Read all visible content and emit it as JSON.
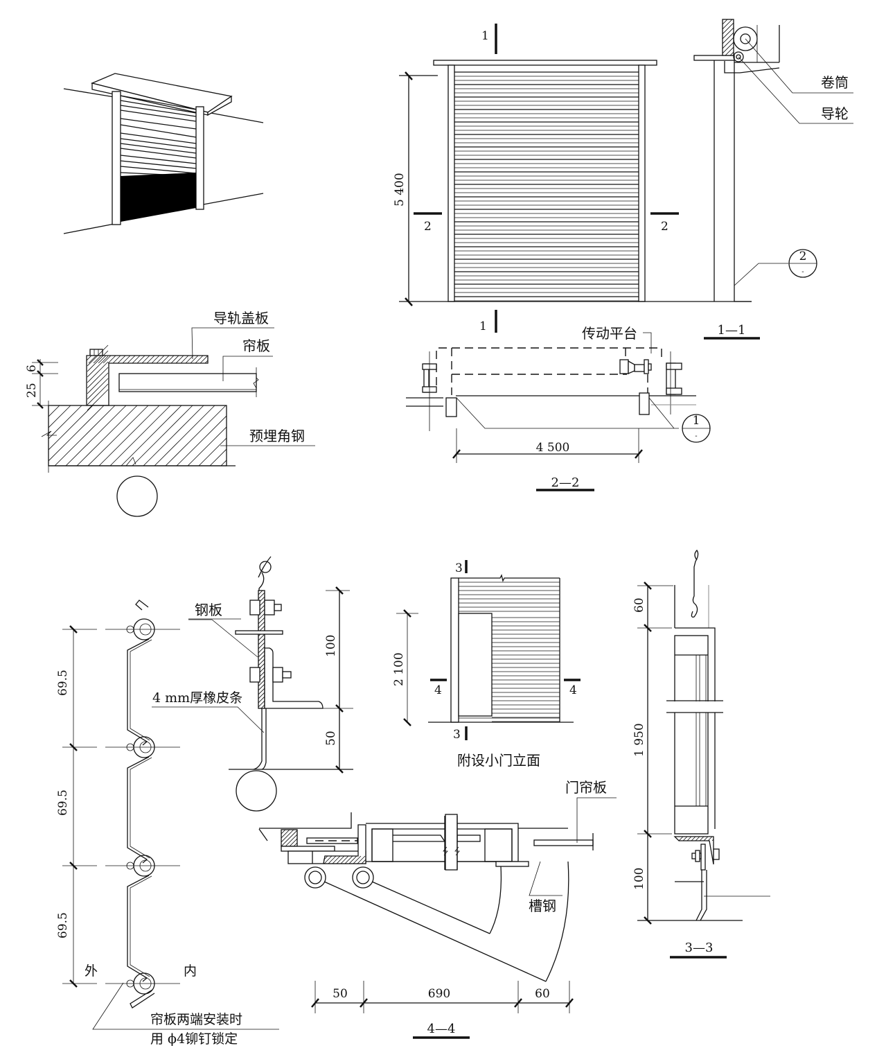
{
  "perspective": {
    "title": ""
  },
  "elevation_1_1_ref": {
    "cut_mark_top": "1",
    "cut_mark_bottom": "1",
    "cut_mark_left": "2",
    "cut_mark_right": "2",
    "dim_height": "5 400"
  },
  "section_1_1": {
    "label_drum": "卷筒",
    "label_guide_wheel": "导轮",
    "detail_ref_num": "2",
    "detail_ref_sheet": "-",
    "title": "1—1"
  },
  "detail_2": {
    "label_rail_cover": "导轨盖板",
    "label_curtain_plate": "帘板",
    "label_embedded_angle": "预埋角钢",
    "dim_6": "6",
    "dim_25": "25"
  },
  "section_2_2": {
    "label_drive_platform": "传动平台",
    "dim_width": "4 500",
    "detail_ref_num": "1",
    "detail_ref_sheet": "-",
    "title": "2—2"
  },
  "slat_profile": {
    "dims": [
      "69.5",
      "69.5",
      "69.5"
    ],
    "label_outside": "外",
    "label_inside": "内",
    "note_line1": "帘板两端安装时",
    "note_line2": "用 ϕ4铆钉锁定"
  },
  "bottom_bar_detail": {
    "label_steel_plate": "钢板",
    "label_rubber_strip": "4 mm厚橡皮条",
    "dim_100": "100",
    "dim_50": "50"
  },
  "wicket_door_elevation": {
    "cut_mark_top": "3",
    "cut_mark_bottom": "3",
    "cut_mark_left": "4",
    "cut_mark_right": "4",
    "dim_height": "2 100",
    "title": "附设小门立面"
  },
  "section_4_4": {
    "label_curtain_plate": "门帘板",
    "label_channel_steel": "槽钢",
    "dims": [
      "50",
      "690",
      "60"
    ],
    "title": "4—4"
  },
  "section_3_3": {
    "dims": [
      "60",
      "1 950",
      "100"
    ],
    "title": "3—3"
  }
}
